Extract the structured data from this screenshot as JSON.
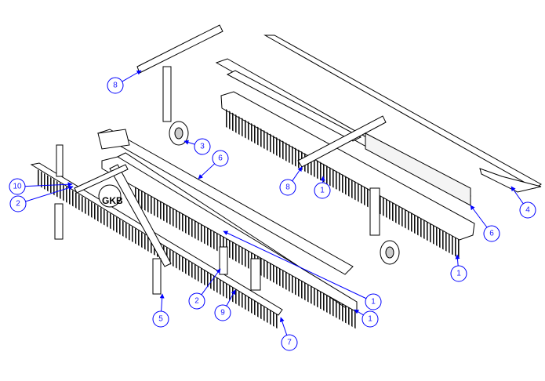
{
  "diagram": {
    "logo_text": "GKB",
    "accent_color": "#0000ff",
    "callouts": [
      {
        "label": "8"
      },
      {
        "label": "3"
      },
      {
        "label": "6"
      },
      {
        "label": "10"
      },
      {
        "label": "2"
      },
      {
        "label": "8"
      },
      {
        "label": "1"
      },
      {
        "label": "4"
      },
      {
        "label": "6"
      },
      {
        "label": "1"
      },
      {
        "label": "1"
      },
      {
        "label": "2"
      },
      {
        "label": "9"
      },
      {
        "label": "1"
      },
      {
        "label": "5"
      },
      {
        "label": "7"
      }
    ]
  }
}
